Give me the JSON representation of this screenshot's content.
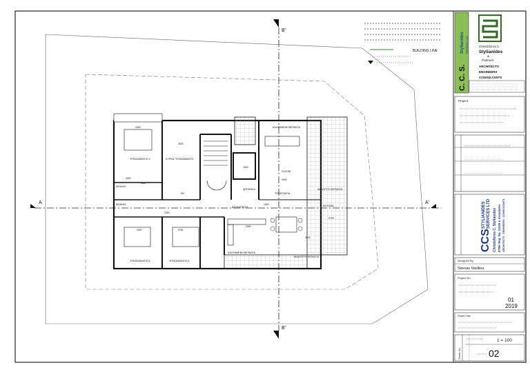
{
  "plan": {
    "section_bottom": "B'",
    "section_top": "B'",
    "section_left": "A",
    "section_right": "A'",
    "legend": {
      "building_line": "BUILDING LINE"
    },
    "rooms": {
      "bedroom3": "ΥΠΝΟΔΩΜΑΤΙΟ 3",
      "master": "ΚΥΡΙΩΣ ΥΠΝΟΔΩΜΑΤΙΟ",
      "bedroom2": "ΥΠΝΟΔΩΜΑΤΙΟ 2",
      "bedroom1": "ΥΠΝΟΔΩΜΑΤΙΟ 1",
      "covered_veranda_top": "ΚΑΛΥΜΜΕΝΗ ΒΕΡΑΝΤΑ",
      "lounge": "ΣΑΛΟΝΙ",
      "dining": "ΤΡΑΠΕΖΑΡΙΑ",
      "uncovered_veranda": "ΑΚΑΛΥΠΤΗ ΒΕΡΑΝΤΑ",
      "kitchen": "ΚΟΥΖΙΝΑ",
      "covered_veranda_bottom": "ΚΑΛΥΜΜΕΝΗ ΒΕΡΑΝΤΑ",
      "uncovered_veranda_bottom": "ΑΚΑΛΥΠΤΗ ΒΕΡΑΝΤΑ",
      "bath1": "ΜΠΑΝΙΟ",
      "bath2": "ΜΠΑΝΙΟ",
      "store": "ΑΠΟΘΗΚΗ",
      "wc": "WC",
      "storage": "ΒΟΗΘΗΤΙΚΟΣ"
    },
    "dims": {
      "d1": "3300",
      "d2": "3000",
      "d3": "2000",
      "d4": "2250",
      "d5": "1900",
      "d6": "4600",
      "d7": "3500",
      "d8": "3300",
      "d9": "2750",
      "d10": "1500",
      "d11": "2700",
      "d12": "1100",
      "d13": "2050"
    }
  },
  "title_block": {
    "company_vertical": "C. C. S.",
    "company_name": "Stylianides",
    "company_sub": "Services Ltd",
    "firm_small": "Christoforos C.",
    "firm_name": "Stylianides",
    "firm_and": "&",
    "firm_partners": "Partners",
    "roles": [
      "ARCHITECTS",
      "ENGINEERS",
      "CONSULTANTS"
    ],
    "project_label": "Project",
    "ccs_logo": "CCS",
    "ccs_line1": "STYLIANIDES",
    "ccs_line2": "SERVICES LTD",
    "ccs_line3": "Christoforos C. Stylianides",
    "ccs_line4": "ETEK Reg. No. 10228 & Associates",
    "ccs_line5": "ARCHITECTS · ENGINEERS · CONSULTANTS",
    "designed_by_label": "Designed By",
    "designed_by": "Savvas Vasiliou",
    "project_no_label": "Project No.",
    "project_no": "01",
    "project_year": "2019",
    "sheet_title_label": "Sheet Title",
    "scale": "1 = 100",
    "sheet_no_label": "Sheet No.",
    "sheet_no": "02"
  },
  "colors": {
    "line": "#1a1a1a",
    "accent_green": "#3a7a2a",
    "logo_green": "#2e6b1f"
  }
}
